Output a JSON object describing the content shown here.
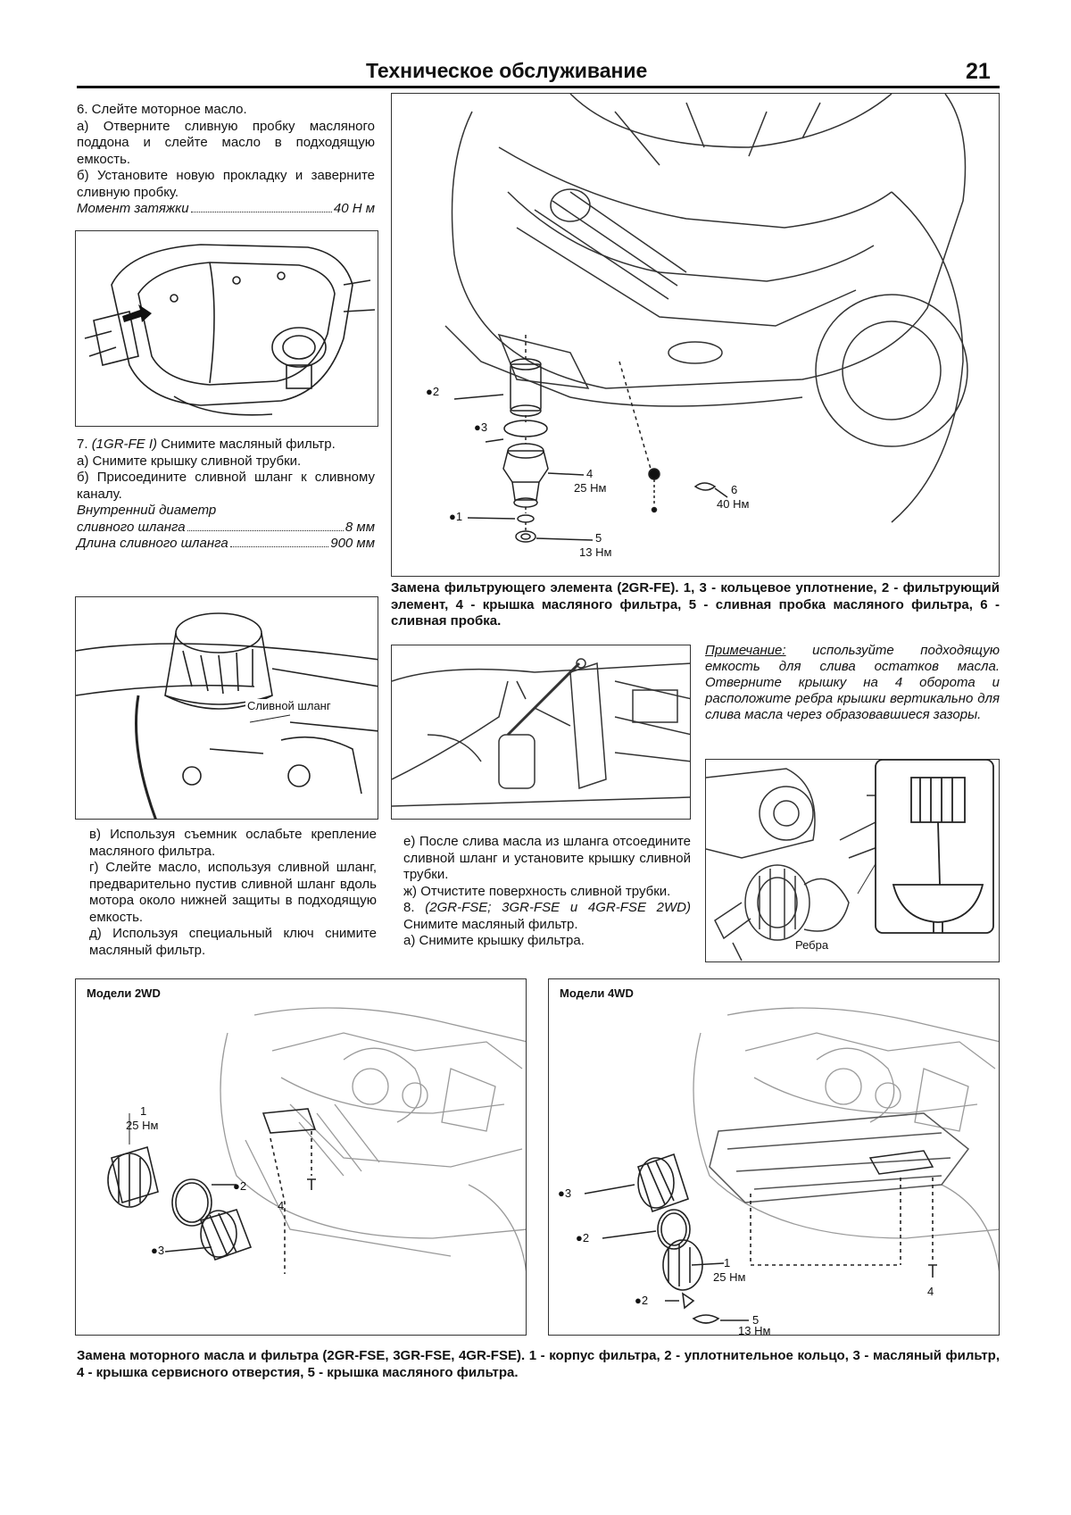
{
  "header": {
    "title": "Техническое обслуживание",
    "page_number": "21"
  },
  "left_text_top": {
    "l1": "6. Слейте моторное масло.",
    "l2": "а) Отверните сливную пробку масляного поддона и слейте масло в подходящую емкость.",
    "l3": "б) Установите новую прокладку и заверните сливную пробку.",
    "spec_label": "Момент затяжки",
    "spec_value": "40 Н м"
  },
  "left_text_mid": {
    "l1_num": "7.",
    "l1_model": "(1GR-FE I)",
    "l1_rest": "Снимите масляный фильтр.",
    "l2": "а) Снимите крышку сливной трубки.",
    "l3": "б) Присоедините сливной шланг к сливному каналу.",
    "spec1_line1": "Внутренний диаметр",
    "spec1_label": "сливного шланга",
    "spec1_value": "8 мм",
    "spec2_label": "Длина сливного шланга",
    "spec2_value": "900 мм"
  },
  "hose_label": "Сливной шланг",
  "left_text_low": {
    "l1": "в) Используя съемник ослабьте крепление масляного фильтра.",
    "l2": "г) Слейте масло, используя сливной шланг, предварительно пустив сливной шланг вдоль мотора около нижней защиты в подходящую емкость.",
    "l3": "д) Используя специальный ключ снимите масляный фильтр."
  },
  "fig_2grfe": {
    "labels": {
      "p2": "●2",
      "p3": "●3",
      "p4": "4",
      "p4_torque": "25 Нм",
      "p1": "●1",
      "p5": "5",
      "p5_torque": "13 Нм",
      "p6": "6",
      "p6_torque": "40 Нм"
    },
    "caption": "Замена фильтрующего элемента (2GR-FE). 1, 3 - кольцевое уплотнение, 2 - фильтрующий элемент, 4 - крышка масляного фильтра, 5 - сливная пробка масляного фильтра, 6 - сливная пробка."
  },
  "note": {
    "label": "Примечание:",
    "text": " используйте подходящую емкость для слива остатков масла. Отверните крышку на 4 оборота и расположите ребра крышки вертикально для слива масла через образовавшиеся зазоры."
  },
  "mid_text": {
    "l1": "е) После слива масла из шланга отсоедините сливной шланг и установите крышку сливной трубки.",
    "l2": "ж) Отчистите поверхность сливной трубки.",
    "l3_num": "8.",
    "l3_model": "(2GR-FSE; 3GR-FSE и 4GR-FSE 2WD)",
    "l3_rest": "Снимите масляный фильтр.",
    "l4": "а) Снимите крышку фильтра."
  },
  "ribs_label": "Ребра",
  "fig_2wd": {
    "title": "Модели 2WD",
    "labels": {
      "p1": "1",
      "p1_torque": "25 Нм",
      "p2": "●2",
      "p3": "●3",
      "p4": "4"
    }
  },
  "fig_4wd": {
    "title": "Модели 4WD",
    "labels": {
      "p3": "●3",
      "p2a": "●2",
      "p1": "1",
      "p1_torque": "25 Нм",
      "p2b": "●2",
      "p5": "5",
      "p5_torque": "13 Нм",
      "p4": "4"
    }
  },
  "bottom_caption": "Замена моторного масла и фильтра (2GR-FSE, 3GR-FSE, 4GR-FSE). 1 - корпус фильтра, 2 - уплотнительное кольцо, 3 - масляный фильтр, 4 - крышка сервисного отверстия, 5 - крышка масляного фильтра."
}
